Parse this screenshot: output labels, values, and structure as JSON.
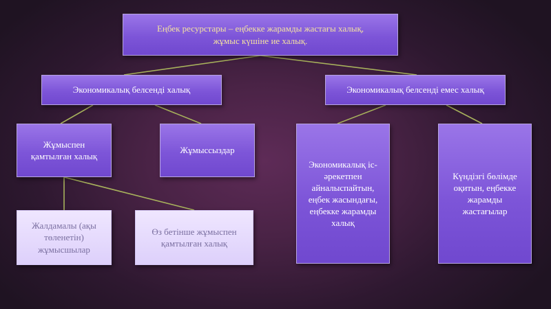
{
  "root": {
    "line1": "Еңбек ресурстары – еңбекке жарамды жастағы халық,",
    "line2": "жұмыс күшіне ие халық."
  },
  "active": {
    "label": "Экономикалық белсенді халық"
  },
  "inactive": {
    "label": "Экономикалық белсенді емес халық"
  },
  "employed": {
    "line1": "Жұмыспен",
    "line2": "қамтылған халық"
  },
  "unemployed": {
    "label": "Жұмыссыздар"
  },
  "wage_workers": {
    "line1": "Жалдамалы (ақы",
    "line2": "төленетін)",
    "line3": "жұмысшылар"
  },
  "self_employed": {
    "line1": "Өз бетінше жұмыспен",
    "line2": "қамтылған халық"
  },
  "not_working": {
    "line1": "Экономикалық іс-",
    "line2": "әрекетпен",
    "line3": "айналыспайтын,",
    "line4": "еңбек жасындағы,",
    "line5": "еңбекке жарамды",
    "line6": "халық"
  },
  "students": {
    "line1": "Күндізгі бөлімде",
    "line2": "оқитын, еңбекке",
    "line3": "жарамды",
    "line4": "жастағылар"
  },
  "colors": {
    "box_fill": "#8a63e0",
    "box_light_fill": "#e8defc",
    "connector": "#a8b25c",
    "root_text": "#f4e2a0"
  }
}
